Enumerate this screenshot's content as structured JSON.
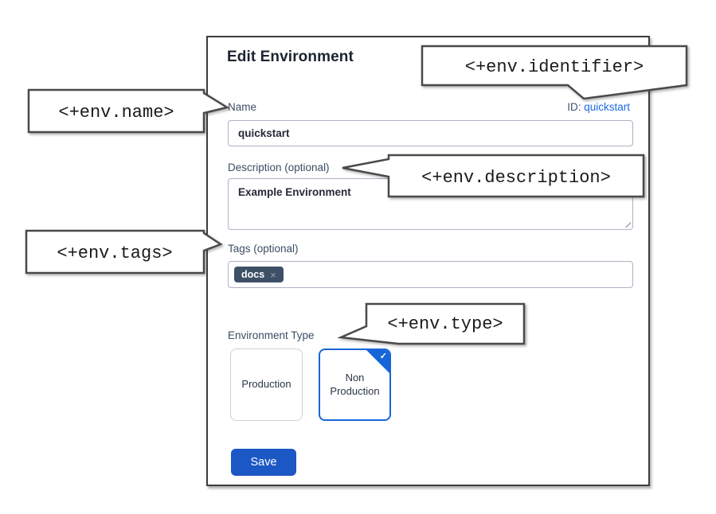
{
  "panel": {
    "title": "Edit Environment",
    "name": {
      "label": "Name",
      "value": "quickstart"
    },
    "identifier": {
      "label": "ID:",
      "value": "quickstart"
    },
    "description": {
      "label": "Description (optional)",
      "value": "Example Environment"
    },
    "tags": {
      "label": "Tags (optional)",
      "items": [
        {
          "label": "docs",
          "remove": "×"
        }
      ]
    },
    "env_type": {
      "label": "Environment Type",
      "options": [
        {
          "label": "Production",
          "selected": false
        },
        {
          "label": "Non Production",
          "selected": true
        }
      ],
      "selected_check": "✓"
    },
    "save_label": "Save"
  },
  "callouts": {
    "name": "<+env.name>",
    "identifier": "<+env.identifier>",
    "description": "<+env.description>",
    "tags": "<+env.tags>",
    "type": "<+env.type>"
  },
  "colors": {
    "save_button_blue": "#1b57c5",
    "id_link_blue": "#1a6ae4",
    "selected_card_blue": "#1766d8",
    "tag_chip_bg": "#3e5066",
    "label_slate": "#3d4c63",
    "callout_border": "#4a4a4a"
  }
}
